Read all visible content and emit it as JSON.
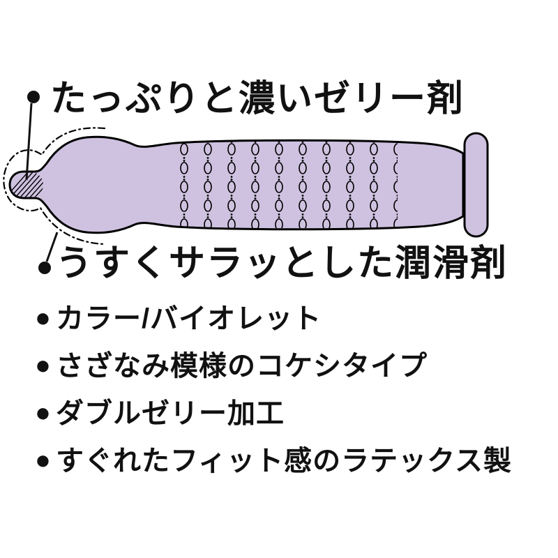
{
  "annotations": {
    "top_label": "たっぷりと濃いゼリー剤",
    "bottom_label": "うすくサラッとした潤滑剤"
  },
  "features": [
    {
      "bullet": "●",
      "label": "カラー/バイオレット"
    },
    {
      "bullet": "●",
      "label": "さざなみ模様のコケシタイプ"
    },
    {
      "bullet": "●",
      "label": "ダブルゼリー加工"
    },
    {
      "bullet": "●",
      "label": "すぐれたフィット感のラテックス製"
    }
  ],
  "illustration": {
    "body_color": "#cec2e0",
    "outline_color": "#000000"
  }
}
